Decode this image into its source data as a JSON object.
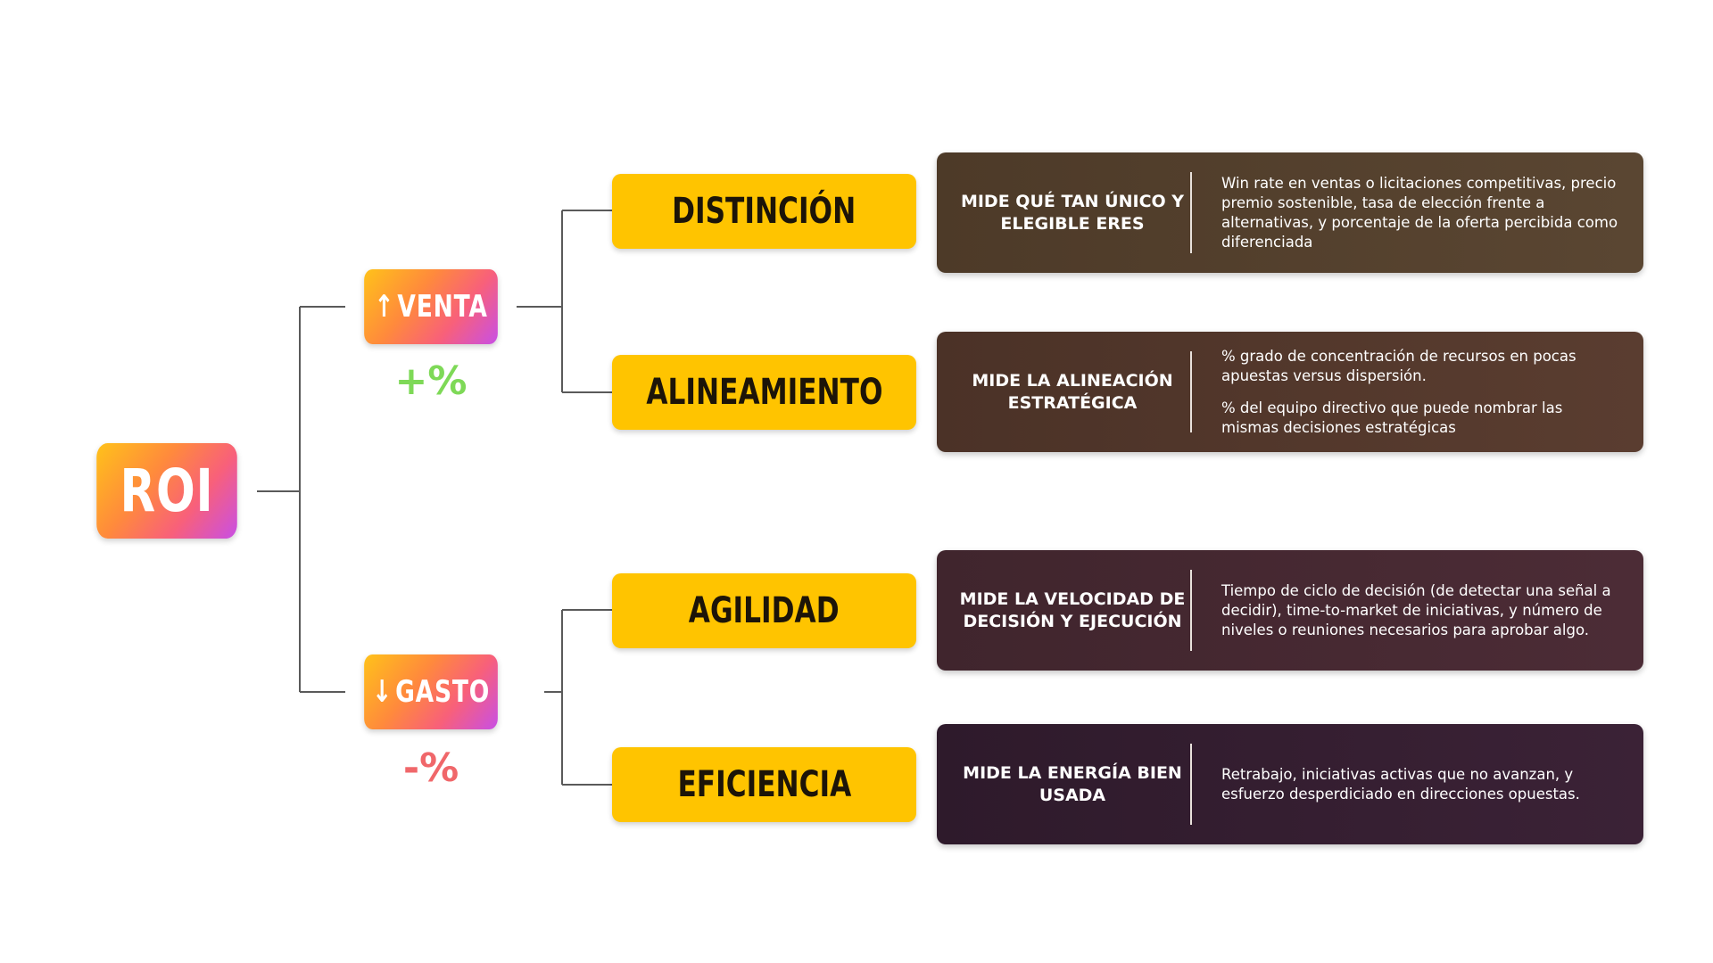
{
  "root": {
    "label": "ROI"
  },
  "colors": {
    "gradient": [
      "#ffc21a",
      "#ff8a3c",
      "#f8607a",
      "#c84fe6"
    ],
    "category_fill": "#ffc400",
    "positive": "#7ed957",
    "negative": "#f0676a",
    "connector": "#5a5a5a"
  },
  "branches": [
    {
      "arrow": "↑",
      "label": "VENTA",
      "indicator": "+%",
      "categories": [
        {
          "label": "DISTINCIÓN",
          "measure": "MIDE QUÉ TAN ÚNICO Y ELEGIBLE ERES",
          "details": [
            "Win rate en ventas o licitaciones competitivas, precio premio sostenible, tasa de elección frente a alternativas, y porcentaje de la oferta percibida como diferenciada"
          ]
        },
        {
          "label": "ALINEAMIENTO",
          "measure": "MIDE LA ALINEACIÓN ESTRATÉGICA",
          "details": [
            "% grado de concentración de recursos en pocas apuestas versus dispersión.",
            "% del equipo directivo que puede nombrar las mismas decisiones estratégicas"
          ]
        }
      ]
    },
    {
      "arrow": "↓",
      "label": "GASTO",
      "indicator": "-%",
      "categories": [
        {
          "label": "AGILIDAD",
          "measure": "MIDE LA VELOCIDAD DE DECISIÓN Y EJECUCIÓN",
          "details": [
            "Tiempo de ciclo de decisión (de detectar una señal a decidir), time-to-market de iniciativas, y número de niveles o reuniones necesarios para aprobar algo."
          ]
        },
        {
          "label": "EFICIENCIA",
          "measure": "MIDE LA ENERGÍA BIEN USADA",
          "details": [
            "Retrabajo, iniciativas activas que no avanzan, y esfuerzo desperdiciado en direcciones opuestas."
          ]
        }
      ]
    }
  ]
}
